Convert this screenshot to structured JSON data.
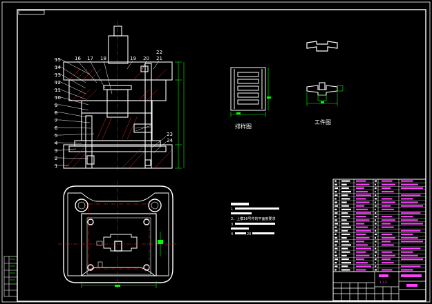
{
  "drawing": {
    "colors": {
      "background": "#000000",
      "line": "#ffffff",
      "center_line": "#ff2020",
      "hatch": "#ff3030",
      "table_text": "#ff40ff",
      "dimension": "#00ff00"
    },
    "part_numbers_left": [
      "15",
      "14",
      "13",
      "12",
      "11",
      "10",
      "9",
      "8",
      "7",
      "6",
      "5",
      "4",
      "3",
      "2",
      "1"
    ],
    "part_numbers_top": [
      "16",
      "17",
      "18",
      "19",
      "20",
      "22",
      "21"
    ],
    "part_numbers_right": [
      "23",
      "24"
    ],
    "views": {
      "blank_view_caption": "排样图",
      "workpiece_view_caption": "工件图"
    },
    "notes": {
      "line1": "1",
      "line2": "2、上模16号件的平面度要求",
      "line3": "3",
      "line4": "4",
      "line4_tail": "20"
    },
    "title_block": {
      "scale_value": "1:1.5"
    }
  }
}
